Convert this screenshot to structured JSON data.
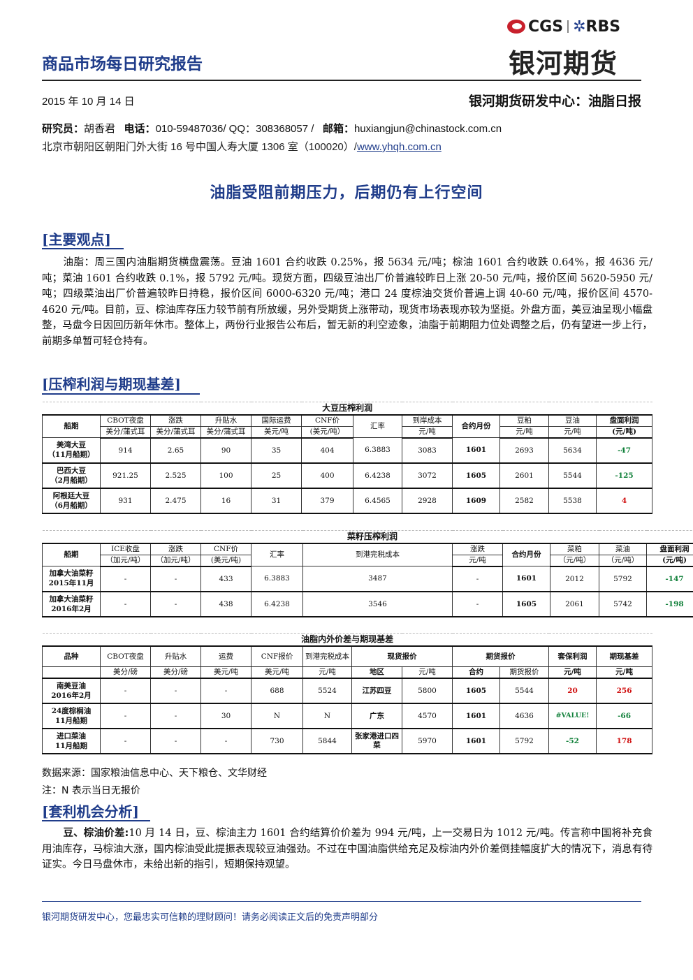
{
  "header": {
    "title": "商品市场每日研究报告",
    "logo_cgs": "CGS",
    "logo_rbs": "RBS",
    "logo_cn": "银河期货"
  },
  "meta": {
    "date": "2015 年 10 月 14 日",
    "center": "银河期货研发中心：油脂日报",
    "contact": {
      "researcher_label": "研究员：",
      "researcher": "胡香君",
      "phone_label": "电话：",
      "phone": "010-59487036/ QQ：308368057 /",
      "email_label": "邮箱：",
      "email": "huxiangjun@chinastock.com.cn"
    },
    "address": "北京市朝阳区朝阳门外大街 16 号中国人寿大厦 1306 室（100020）/",
    "website": "www.yhqh.com.cn"
  },
  "main_title": "油脂受阻前期压力，后期仍有上行空间",
  "sections": {
    "s1": "[主要观点]",
    "s2": "[压榨利润与期现基差]",
    "s3": "[套利机会分析]"
  },
  "para1": "油脂：周三国内油脂期货横盘震荡。豆油 1601 合约收跌 0.25%，报 5634 元/吨；棕油 1601 合约收跌 0.64%，报 4636 元/吨；菜油 1601 合约收跌 0.1%，报 5792 元/吨。现货方面，四级豆油出厂价普遍较昨日上涨 20-50 元/吨，报价区间 5620-5950 元/吨；四级菜油出厂价普遍较昨日持稳，报价区间 6000-6320 元/吨；港口 24 度棕油交货价普遍上调 40-60 元/吨，报价区间 4570-4620 元/吨。目前，豆、棕油库存压力较节前有所放缓，另外受期货上涨带动，现货市场表现亦较为坚挺。外盘方面，美豆油呈现小幅盘整，马盘今日因回历新年休市。整体上，两份行业报告公布后，暂无新的利空迹象，油脂于前期阻力位处调整之后，仍有望进一步上行，前期多单暂可轻仓持有。",
  "table1": {
    "title": "大豆压榨利润",
    "h_ship": "船期",
    "h": [
      "CBOT夜盘",
      "涨跌",
      "升贴水",
      "国际运费",
      "CNF价",
      "汇率",
      "到岸成本",
      "合约月份",
      "豆粕",
      "豆油",
      "盘面利润"
    ],
    "u": [
      "美分/蒲式耳",
      "美分/蒲式耳",
      "美分/蒲式耳",
      "美元/吨",
      "(美元/吨）",
      "元/吨",
      "元/吨",
      "元/吨",
      "(元/吨)"
    ],
    "rows": [
      {
        "n1": "美湾大豆",
        "n2": "（11月船期）",
        "v": [
          "914",
          "2.65",
          "90",
          "35",
          "404",
          "6.3883",
          "3083",
          "1601",
          "2693",
          "5634"
        ],
        "p": "-47",
        "s": "neg"
      },
      {
        "n1": "巴西大豆",
        "n2": "（2月船期）",
        "v": [
          "921.25",
          "2.525",
          "100",
          "25",
          "400",
          "6.4238",
          "3072",
          "1605",
          "2601",
          "5544"
        ],
        "p": "-125",
        "s": "neg"
      },
      {
        "n1": "阿根廷大豆",
        "n2": "（6月船期）",
        "v": [
          "931",
          "2.475",
          "16",
          "31",
          "379",
          "6.4565",
          "2928",
          "1609",
          "2582",
          "5538"
        ],
        "p": "4",
        "s": "pos"
      }
    ]
  },
  "table2": {
    "title": "菜籽压榨利润",
    "h_ship": "船期",
    "h": [
      "ICE收盘",
      "涨跌",
      "CNF价",
      "汇率",
      "到港完税成本",
      "涨跌",
      "合约月份",
      "菜粕",
      "菜油",
      "盘面利润"
    ],
    "u": [
      "（加元/吨）",
      "（加元/吨）",
      "(美元/吨)",
      "元/吨",
      "（元/吨）",
      "（元/吨）",
      "(元/吨)"
    ],
    "rows": [
      {
        "n1": "加拿大油菜籽",
        "n2": "2015年11月",
        "v": [
          "-",
          "-",
          "433",
          "6.3883",
          "3487",
          "-",
          "1601",
          "2012",
          "5792"
        ],
        "p": "-147",
        "s": "neg"
      },
      {
        "n1": "加拿大油菜籽",
        "n2": "2016年2月",
        "v": [
          "-",
          "-",
          "438",
          "6.4238",
          "3546",
          "-",
          "1605",
          "2061",
          "5742"
        ],
        "p": "-198",
        "s": "neg"
      }
    ]
  },
  "table3": {
    "title": "油脂内外价差与期现基差",
    "h": [
      "品种",
      "CBOT夜盘",
      "升贴水",
      "运费",
      "CNF报价",
      "到港完税成本",
      "现货报价",
      "期货报价",
      "套保利润",
      "期现基差"
    ],
    "u": [
      "美分/磅",
      "美分/磅",
      "美元/吨",
      "美元/吨",
      "元/吨",
      "地区",
      "元/吨",
      "合约",
      "期货报价",
      "元/吨",
      "元/吨"
    ],
    "rows": [
      {
        "n1": "南美豆油",
        "n2": "2016年2月",
        "v": [
          "-",
          "-",
          "-",
          "688",
          "5524"
        ],
        "region": "江苏四豆",
        "spot": "5800",
        "c": "1605",
        "f": "5544",
        "hp": "20",
        "hs": "pos",
        "bs": "256",
        "bss": "pos"
      },
      {
        "n1": "24度棕榈油",
        "n2": "11月船期",
        "v": [
          "-",
          "-",
          "30",
          "N",
          "N"
        ],
        "region": "广东",
        "spot": "4570",
        "c": "1601",
        "f": "4636",
        "hp": "#VALUE!",
        "hs": "neg",
        "bs": "-66",
        "bss": "neg"
      },
      {
        "n1": "进口菜油",
        "n2": "11月船期",
        "v": [
          "-",
          "-",
          "-",
          "730",
          "5844"
        ],
        "region": "张家港进口四菜",
        "spot": "5970",
        "c": "1601",
        "f": "5792",
        "hp": "-52",
        "hs": "neg",
        "bs": "178",
        "bss": "pos"
      }
    ]
  },
  "source": "数据来源：国家粮油信息中心、天下粮仓、文华财经",
  "note": "注：N 表示当日无报价",
  "para2_label": "豆、棕油价差:",
  "para2": "10 月 14 日，豆、棕油主力 1601 合约结算价价差为 994 元/吨，上一交易日为 1012 元/吨。传言称中国将补充食用油库存，马棕油大涨，国内棕油受此提振表现较豆油强劲。不过在中国油脂供给充足及棕油内外价差倒挂幅度扩大的情况下，消息有待证实。今日马盘休市，未给出新的指引，短期保持观望。",
  "footer": "银河期货研发中心，您最忠实可信赖的理财顾问！请务必阅读正文后的免责声明部分",
  "colors": {
    "brand_blue": "#1f3c8a",
    "positive": "#d01010",
    "negative": "#11803a"
  }
}
